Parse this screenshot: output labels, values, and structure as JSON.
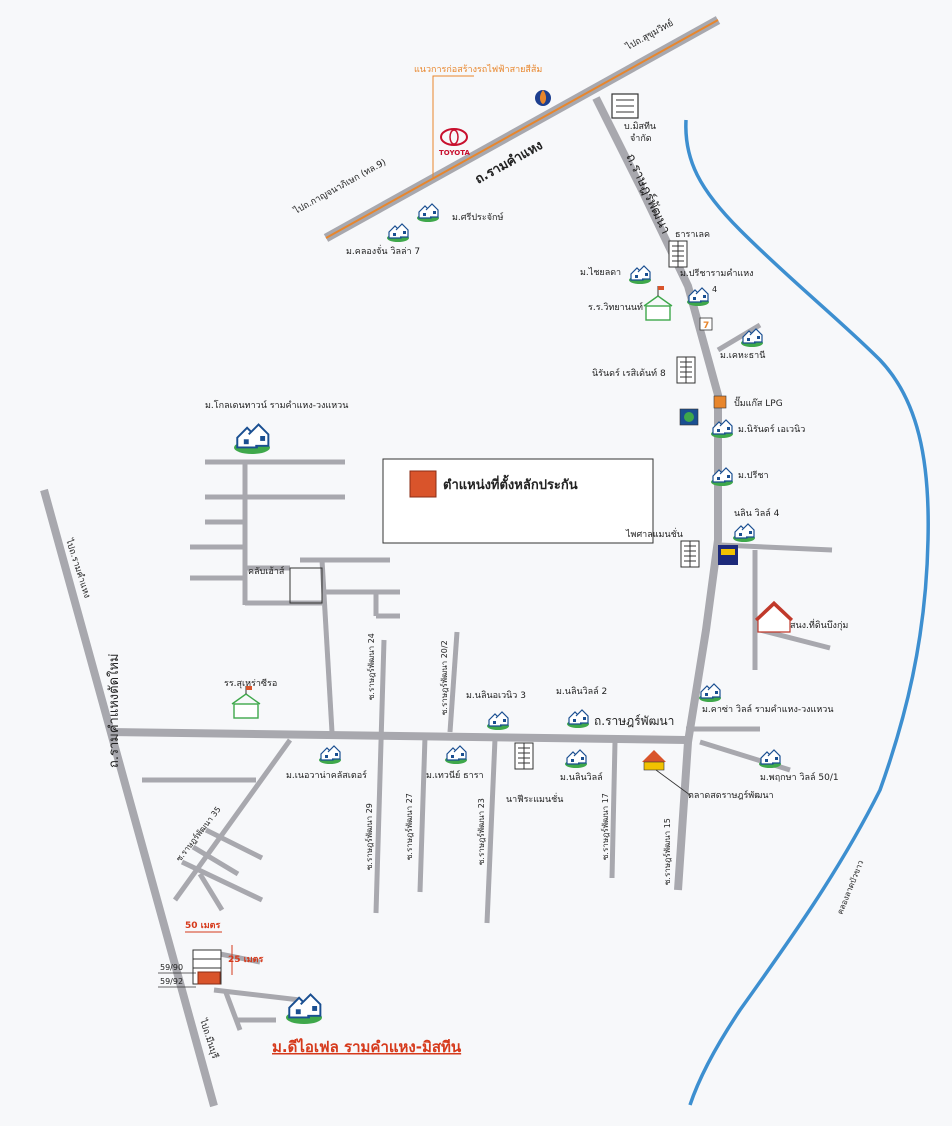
{
  "roads": {
    "ramkhamhaeng": "ถ.รามคำแหง",
    "to_sukhumvit": "ไปถ.สุขุมวิทย์",
    "to_kanchana": "ไปถ.กาญจนาภิเษก (ทล.9)",
    "rail_note": "แนวการก่อสร้างรถไฟฟ้าสายสีส้ม",
    "ratpattana_main": "ถ.ราษฎร์พัฒนา",
    "ratpattana_vertical": "ถ.ราษฎร์พัฒนา",
    "west_road": "ถ.รามคำแหงตัดใหม่",
    "to_ramkhamhaeng": "ไปถ.รามคำแหง",
    "to_minburi": "ไปถ.มีนบุรี",
    "soi_24": "ซ.ราษฎร์พัฒนา 24",
    "soi_20_2": "ซ.ราษฎร์พัฒนา 20/2",
    "soi_29": "ซ.ราษฎร์พัฒนา 29",
    "soi_27": "ซ.ราษฎร์พัฒนา 27",
    "soi_23": "ซ.ราษฎร์พัฒนา 23",
    "soi_17": "ซ.ราษฎร์พัฒนา 17",
    "soi_15": "ซ.ราษฎร์พัฒนา 15",
    "soi_35": "ซ.ราษฎร์พัฒนา 35",
    "canal": "คลองลาดบัวขาว"
  },
  "landmarks": {
    "toyota": "TOYOTA",
    "mistine_1": "บ.มิสทีน",
    "mistine_2": "จำกัด",
    "sriprajak": "ม.ศรีประจักษ์",
    "klongchan": "ม.คลองจั่น วิลล่า 7",
    "tharalake": "ธาราเลค",
    "chaiyalada": "ม.ไชยลดา",
    "preecha_ram": "ม.ปรีชารามคำแหง",
    "preecha_ram_no": "4",
    "school": "ร.ร.วิทยานนท์",
    "ketthanee": "ม.เคหะธานี",
    "nirun": "นิรันดร์ เรสิเด้นท์ 8",
    "lpg": "ปั๊มแก๊ส LPG",
    "nirunvill": "ม.นิรันดร์ เอเวนิว",
    "preecha": "ม.ปรีชา",
    "nalin4": "นลิน วิลล์ 4",
    "paisan": "ไพศาลแมนชั่น",
    "sanong": "สนง.ที่ดินบึงกุ่ม",
    "golden": "ม.โกลเดนทาวน์ รามคำแหง-วงแหวน",
    "club": "คลับเฮ้าส์",
    "school2": "รร.สุเหร่าซีรอ",
    "nalin_av3": "ม.นลินอเวนิว 3",
    "nalin2": "ม.นลินวิลล์ 2",
    "kasa": "ม.คาซ่า วิลล์ รามคำแหง-วงแหวน",
    "pruksa": "ม.พฤกษา วิลล์ 50/1",
    "market": "ตลาดสดราษฎร์พัฒนา",
    "neovana": "ม.เนอวาน่าคลัสเตอร์",
    "tharni": "ม.เทวนีย์ ธารา",
    "nafira": "นาฟีระแมนชั่น",
    "nalinvill": "ม.นลินวิลล์",
    "legend": "ตำแหน่งที่ตั้งหลักประกัน",
    "project": "ม.ดีไอเฟล รามคำแหง-มิสทีน",
    "dist_50": "50 เมตร",
    "dist_25": "25 เมตร",
    "plot_a": "59/90",
    "plot_b": "59/92"
  },
  "colors": {
    "road": "#a8a8ae",
    "river": "#3d8fd0",
    "collateral": "#d9542b",
    "title_red": "#d63a1c",
    "orange_line": "#e8862c"
  }
}
